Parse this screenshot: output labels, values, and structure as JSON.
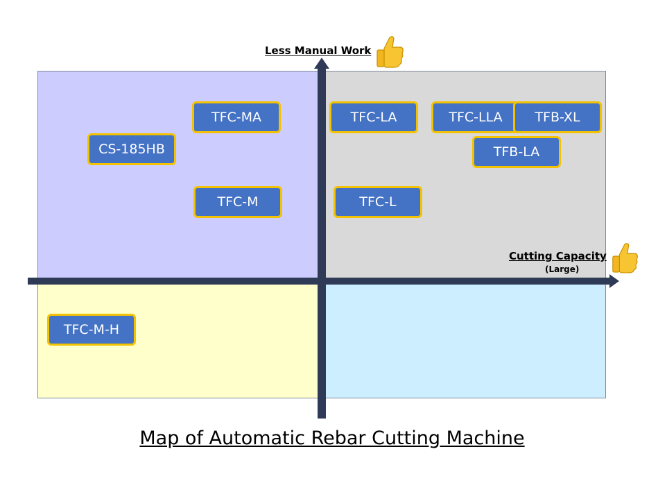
{
  "title": "Map of Automatic Rebar Cutting Machine",
  "axes": {
    "vertical_label": "Less Manual Work",
    "horizontal_label": "Cutting Capacity",
    "horizontal_sub_label": "(Large)"
  },
  "icons": {
    "vertical_end": "thumbs-up-icon",
    "horizontal_end": "thumbs-up-icon"
  },
  "colors": {
    "quadrant_top_left": "#ccccff",
    "quadrant_top_right": "#d9d9d9",
    "quadrant_bottom_left": "#ffffcc",
    "quadrant_bottom_right": "#cceeff",
    "axis": "#2e3a56",
    "box_fill": "#4472c4",
    "box_border": "#f3c200"
  },
  "machines": {
    "tfc_ma": "TFC-MA",
    "cs_185hb": "CS-185HB",
    "tfc_m": "TFC-M",
    "tfc_la": "TFC-LA",
    "tfc_lla": "TFC-LLA",
    "tfb_xl": "TFB-XL",
    "tfb_la": "TFB-LA",
    "tfc_l": "TFC-L",
    "tfc_m_h": "TFC-M-H"
  }
}
